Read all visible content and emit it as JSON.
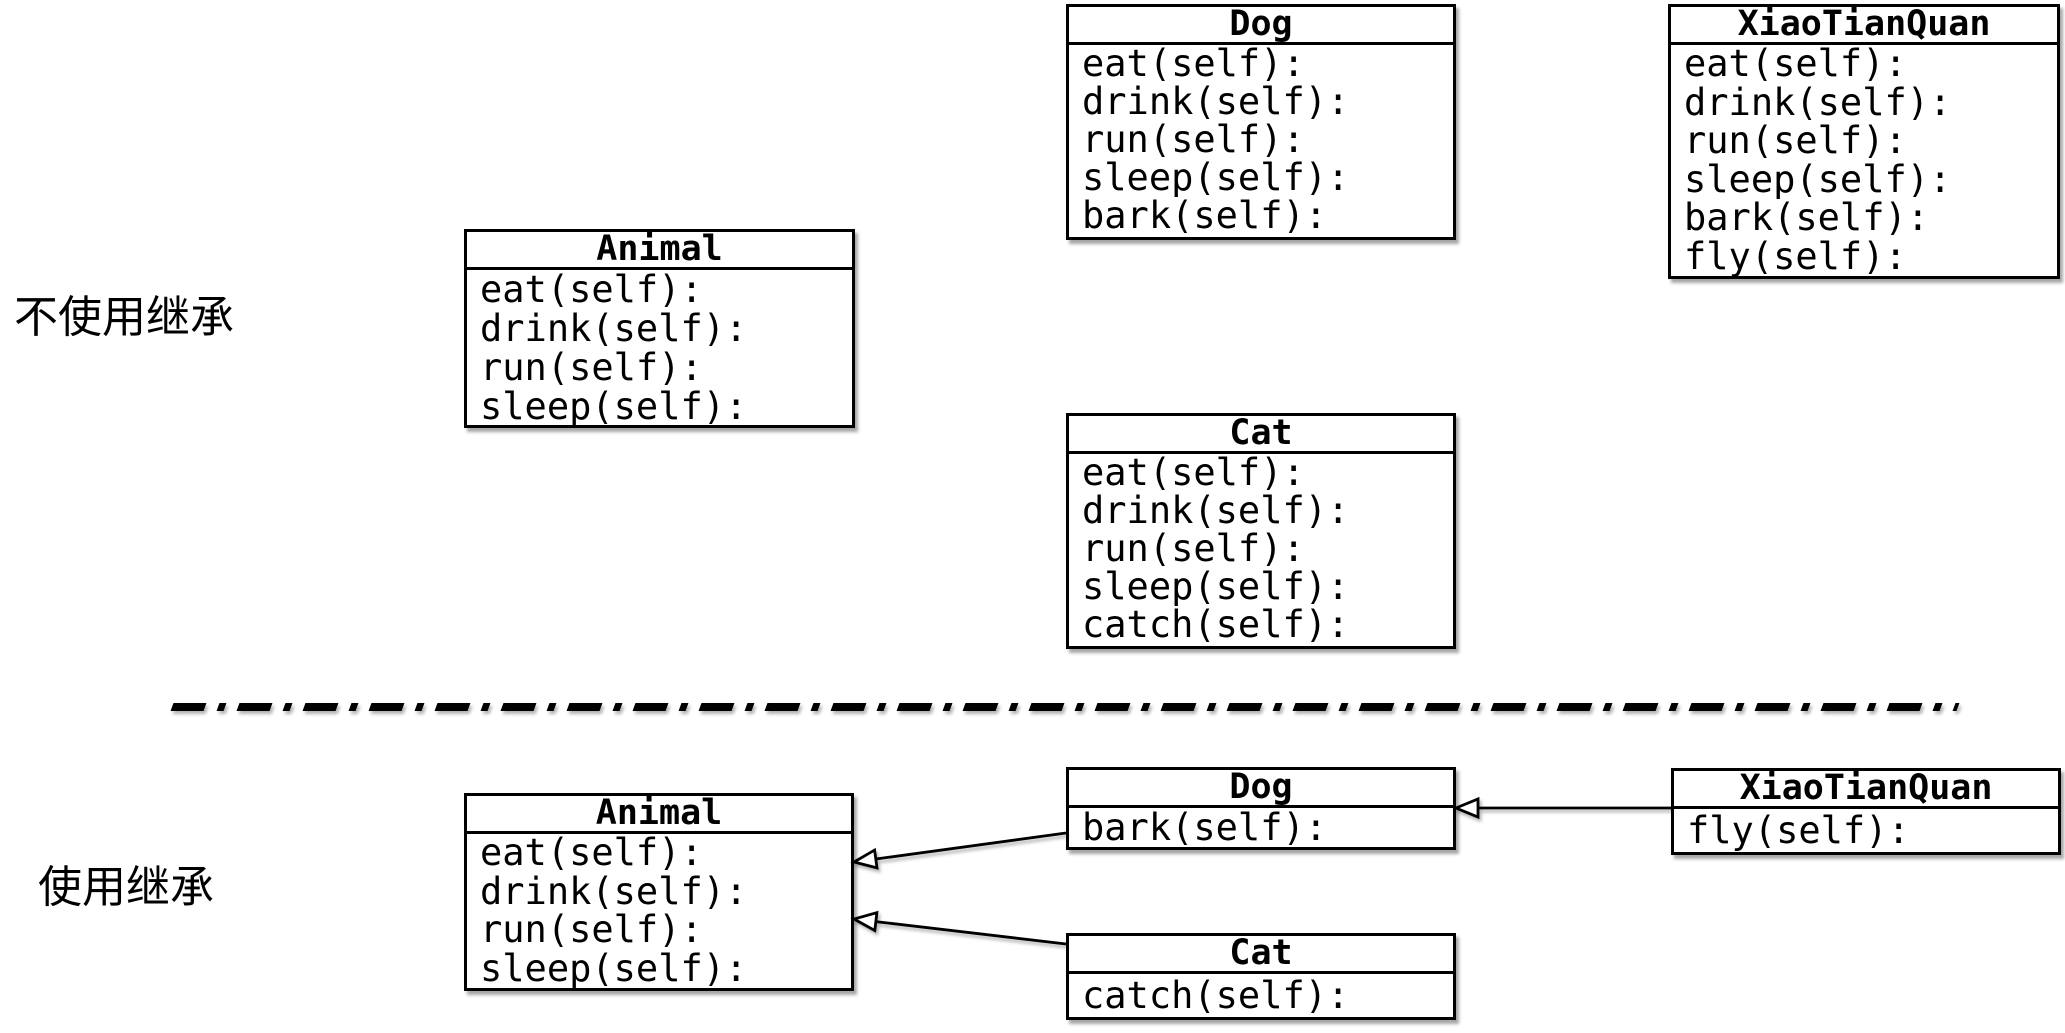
{
  "diagram": {
    "kind": "class-inheritance-comparison",
    "colors": {
      "background": "#ffffff",
      "box_fill": "#ffffff",
      "box_border": "#000000",
      "text": "#000000",
      "line": "#000000"
    },
    "sections": {
      "top": {
        "label": "不使用继承",
        "classes": {
          "animal": {
            "title": "Animal",
            "methods": [
              "eat(self):",
              "drink(self):",
              "run(self):",
              "sleep(self):"
            ]
          },
          "dog": {
            "title": "Dog",
            "methods": [
              "eat(self):",
              "drink(self):",
              "run(self):",
              "sleep(self):",
              "bark(self):"
            ]
          },
          "xiaotianquan": {
            "title": "XiaoTianQuan",
            "methods": [
              "eat(self):",
              "drink(self):",
              "run(self):",
              "sleep(self):",
              "bark(self):",
              "fly(self):"
            ]
          },
          "cat": {
            "title": "Cat",
            "methods": [
              "eat(self):",
              "drink(self):",
              "run(self):",
              "sleep(self):",
              "catch(self):"
            ]
          }
        }
      },
      "bottom": {
        "label": "使用继承",
        "classes": {
          "animal": {
            "title": "Animal",
            "methods": [
              "eat(self):",
              "drink(self):",
              "run(self):",
              "sleep(self):"
            ]
          },
          "dog": {
            "title": "Dog",
            "methods": [
              "bark(self):"
            ]
          },
          "xiaotianquan": {
            "title": "XiaoTianQuan",
            "methods": [
              "fly(self):"
            ]
          },
          "cat": {
            "title": "Cat",
            "methods": [
              "catch(self):"
            ]
          }
        },
        "inheritance": [
          {
            "child": "Dog",
            "parent": "Animal"
          },
          {
            "child": "Cat",
            "parent": "Animal"
          },
          {
            "child": "XiaoTianQuan",
            "parent": "Dog"
          }
        ]
      }
    }
  }
}
